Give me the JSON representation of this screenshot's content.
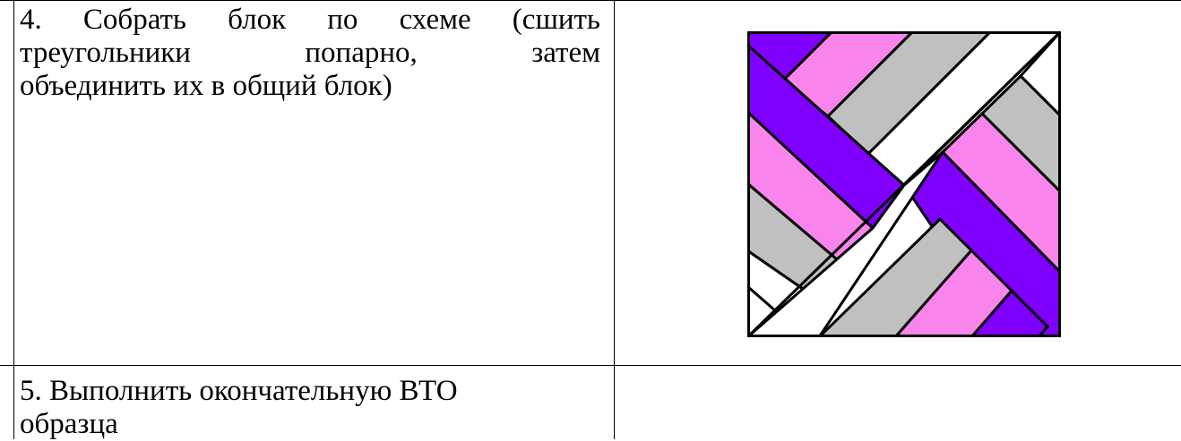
{
  "table": {
    "rows": [
      {
        "step_lines": [
          "4. Собрать блок по схеме (сшить",
          "треугольники попарно, затем",
          "объединить их в общий блок)"
        ],
        "figure": {
          "type": "quilt-block-scheme",
          "colors": {
            "violet": "#7f00ff",
            "pink": "#f985ec",
            "gray": "#c0c0c0",
            "white": "#ffffff",
            "outline": "#000000"
          }
        }
      },
      {
        "step_lines": [
          "5. Выполнить окончательную ВТО",
          "образца"
        ],
        "right_cell": ""
      }
    ]
  }
}
